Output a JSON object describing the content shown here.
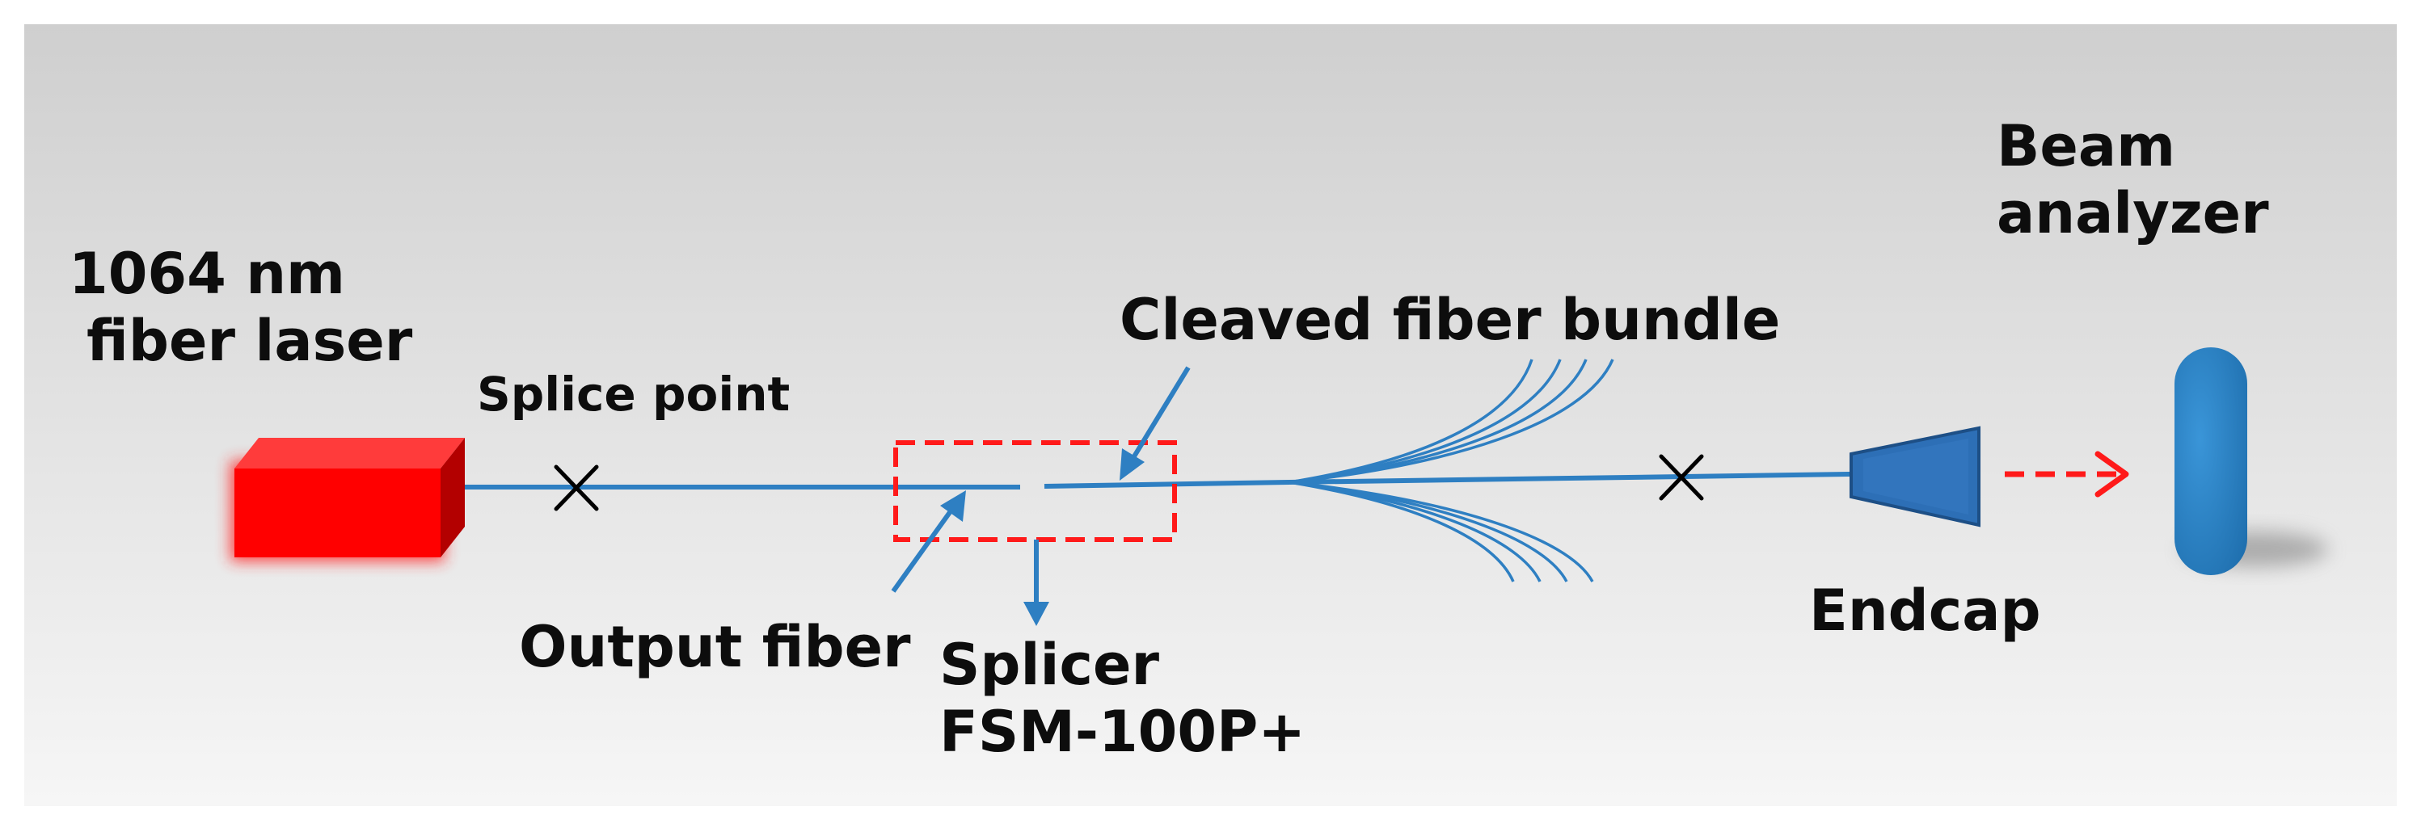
{
  "labels": {
    "laser_line1": "1064 nm",
    "laser_line2": "fiber laser",
    "splice_point": "Splice point",
    "output_fiber": "Output fiber",
    "splicer_line1": "Splicer",
    "splicer_line2": "FSM-100P+",
    "cleaved_bundle": "Cleaved fiber bundle",
    "endcap": "Endcap",
    "analyzer_line1": "Beam",
    "analyzer_line2": "analyzer"
  },
  "colors": {
    "background_top": "#cfcfcf",
    "background_bottom": "#f6f6f6",
    "fiber": "#2e7fc2",
    "laser": "#ff0000",
    "splicer_box": "#ff1a1a",
    "beam": "#ff1a1a",
    "endcap": "#2d6fb6",
    "analyzer": "#2c82c6",
    "splice_mark": "#000000"
  },
  "icons": {
    "laser": "red-box-icon",
    "splice": "x-mark-icon",
    "endcap": "trapezoid-icon",
    "analyzer": "lens-icon"
  }
}
